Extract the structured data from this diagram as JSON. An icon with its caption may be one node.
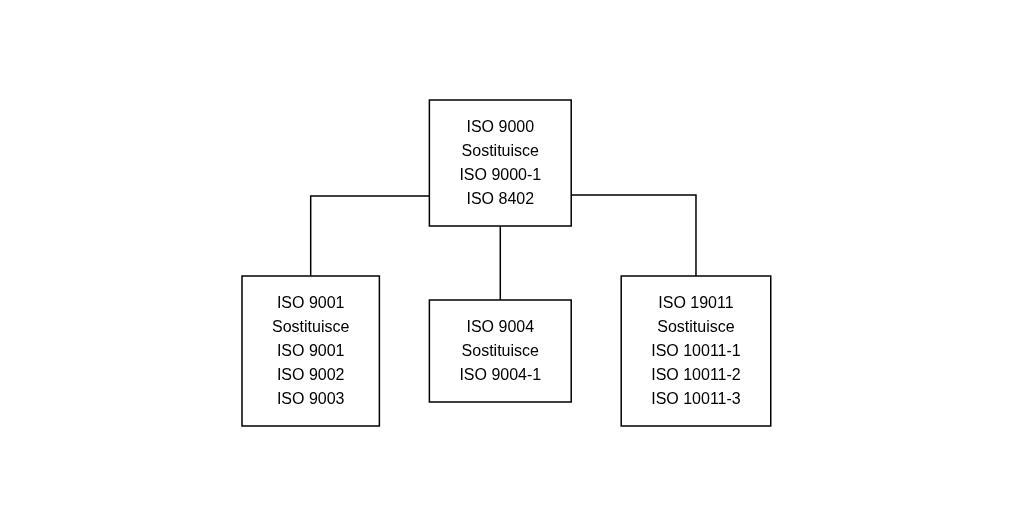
{
  "diagram": {
    "nodes": [
      {
        "text": [
          "ISO 9000",
          "Sostituisce",
          "ISO 9000-1",
          "ISO 8402"
        ]
      },
      {
        "text": [
          "ISO 9001",
          "Sostituisce",
          "ISO 9001",
          "ISO 9002",
          "ISO 9003"
        ]
      },
      {
        "text": [
          "ISO 9004",
          "Sostituisce",
          "ISO 9004-1"
        ]
      },
      {
        "text": [
          "ISO 19011",
          "Sostituisce",
          "ISO 10011-1",
          "ISO 10011-2",
          "ISO 10011-3"
        ]
      }
    ],
    "edges": [
      {
        "from": 0,
        "to": 1,
        "arrow": "none"
      },
      {
        "from": 0,
        "to": 2,
        "arrow": "none"
      },
      {
        "from": 0,
        "to": 3,
        "arrow": "none"
      }
    ]
  }
}
